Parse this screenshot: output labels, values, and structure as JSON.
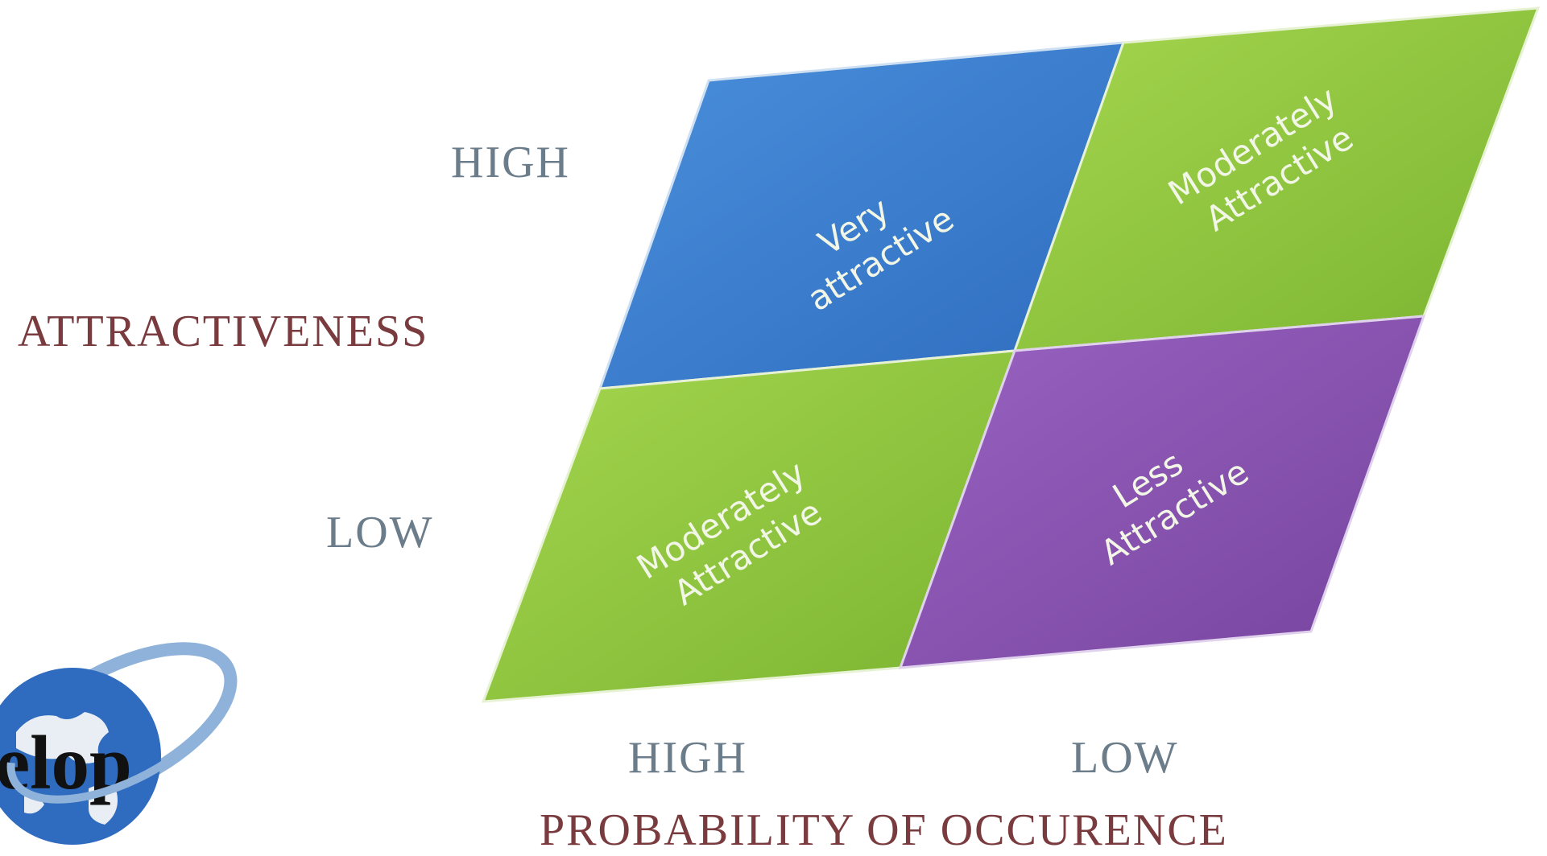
{
  "y_axis": {
    "title": "ATTRACTIVENESS",
    "high_label": "HIGH",
    "low_label": "LOW"
  },
  "x_axis": {
    "title": "PROBABILITY OF OCCURENCE",
    "high_label": "HIGH",
    "low_label": "LOW"
  },
  "cells": {
    "top_left": {
      "line1": "Very",
      "line2": "attractive",
      "color": "#3f7fd0"
    },
    "top_right": {
      "line1": "Moderately",
      "line2": "Attractive",
      "color": "#8cc63e"
    },
    "bottom_left": {
      "line1": "Moderately",
      "line2": "Attractive",
      "color": "#8cc63e"
    },
    "bottom_right": {
      "line1": "Less",
      "line2": "Attractive",
      "color": "#8a52b0"
    }
  },
  "logo": {
    "text": "elop",
    "icon": "globe-orbit-logo-icon"
  }
}
